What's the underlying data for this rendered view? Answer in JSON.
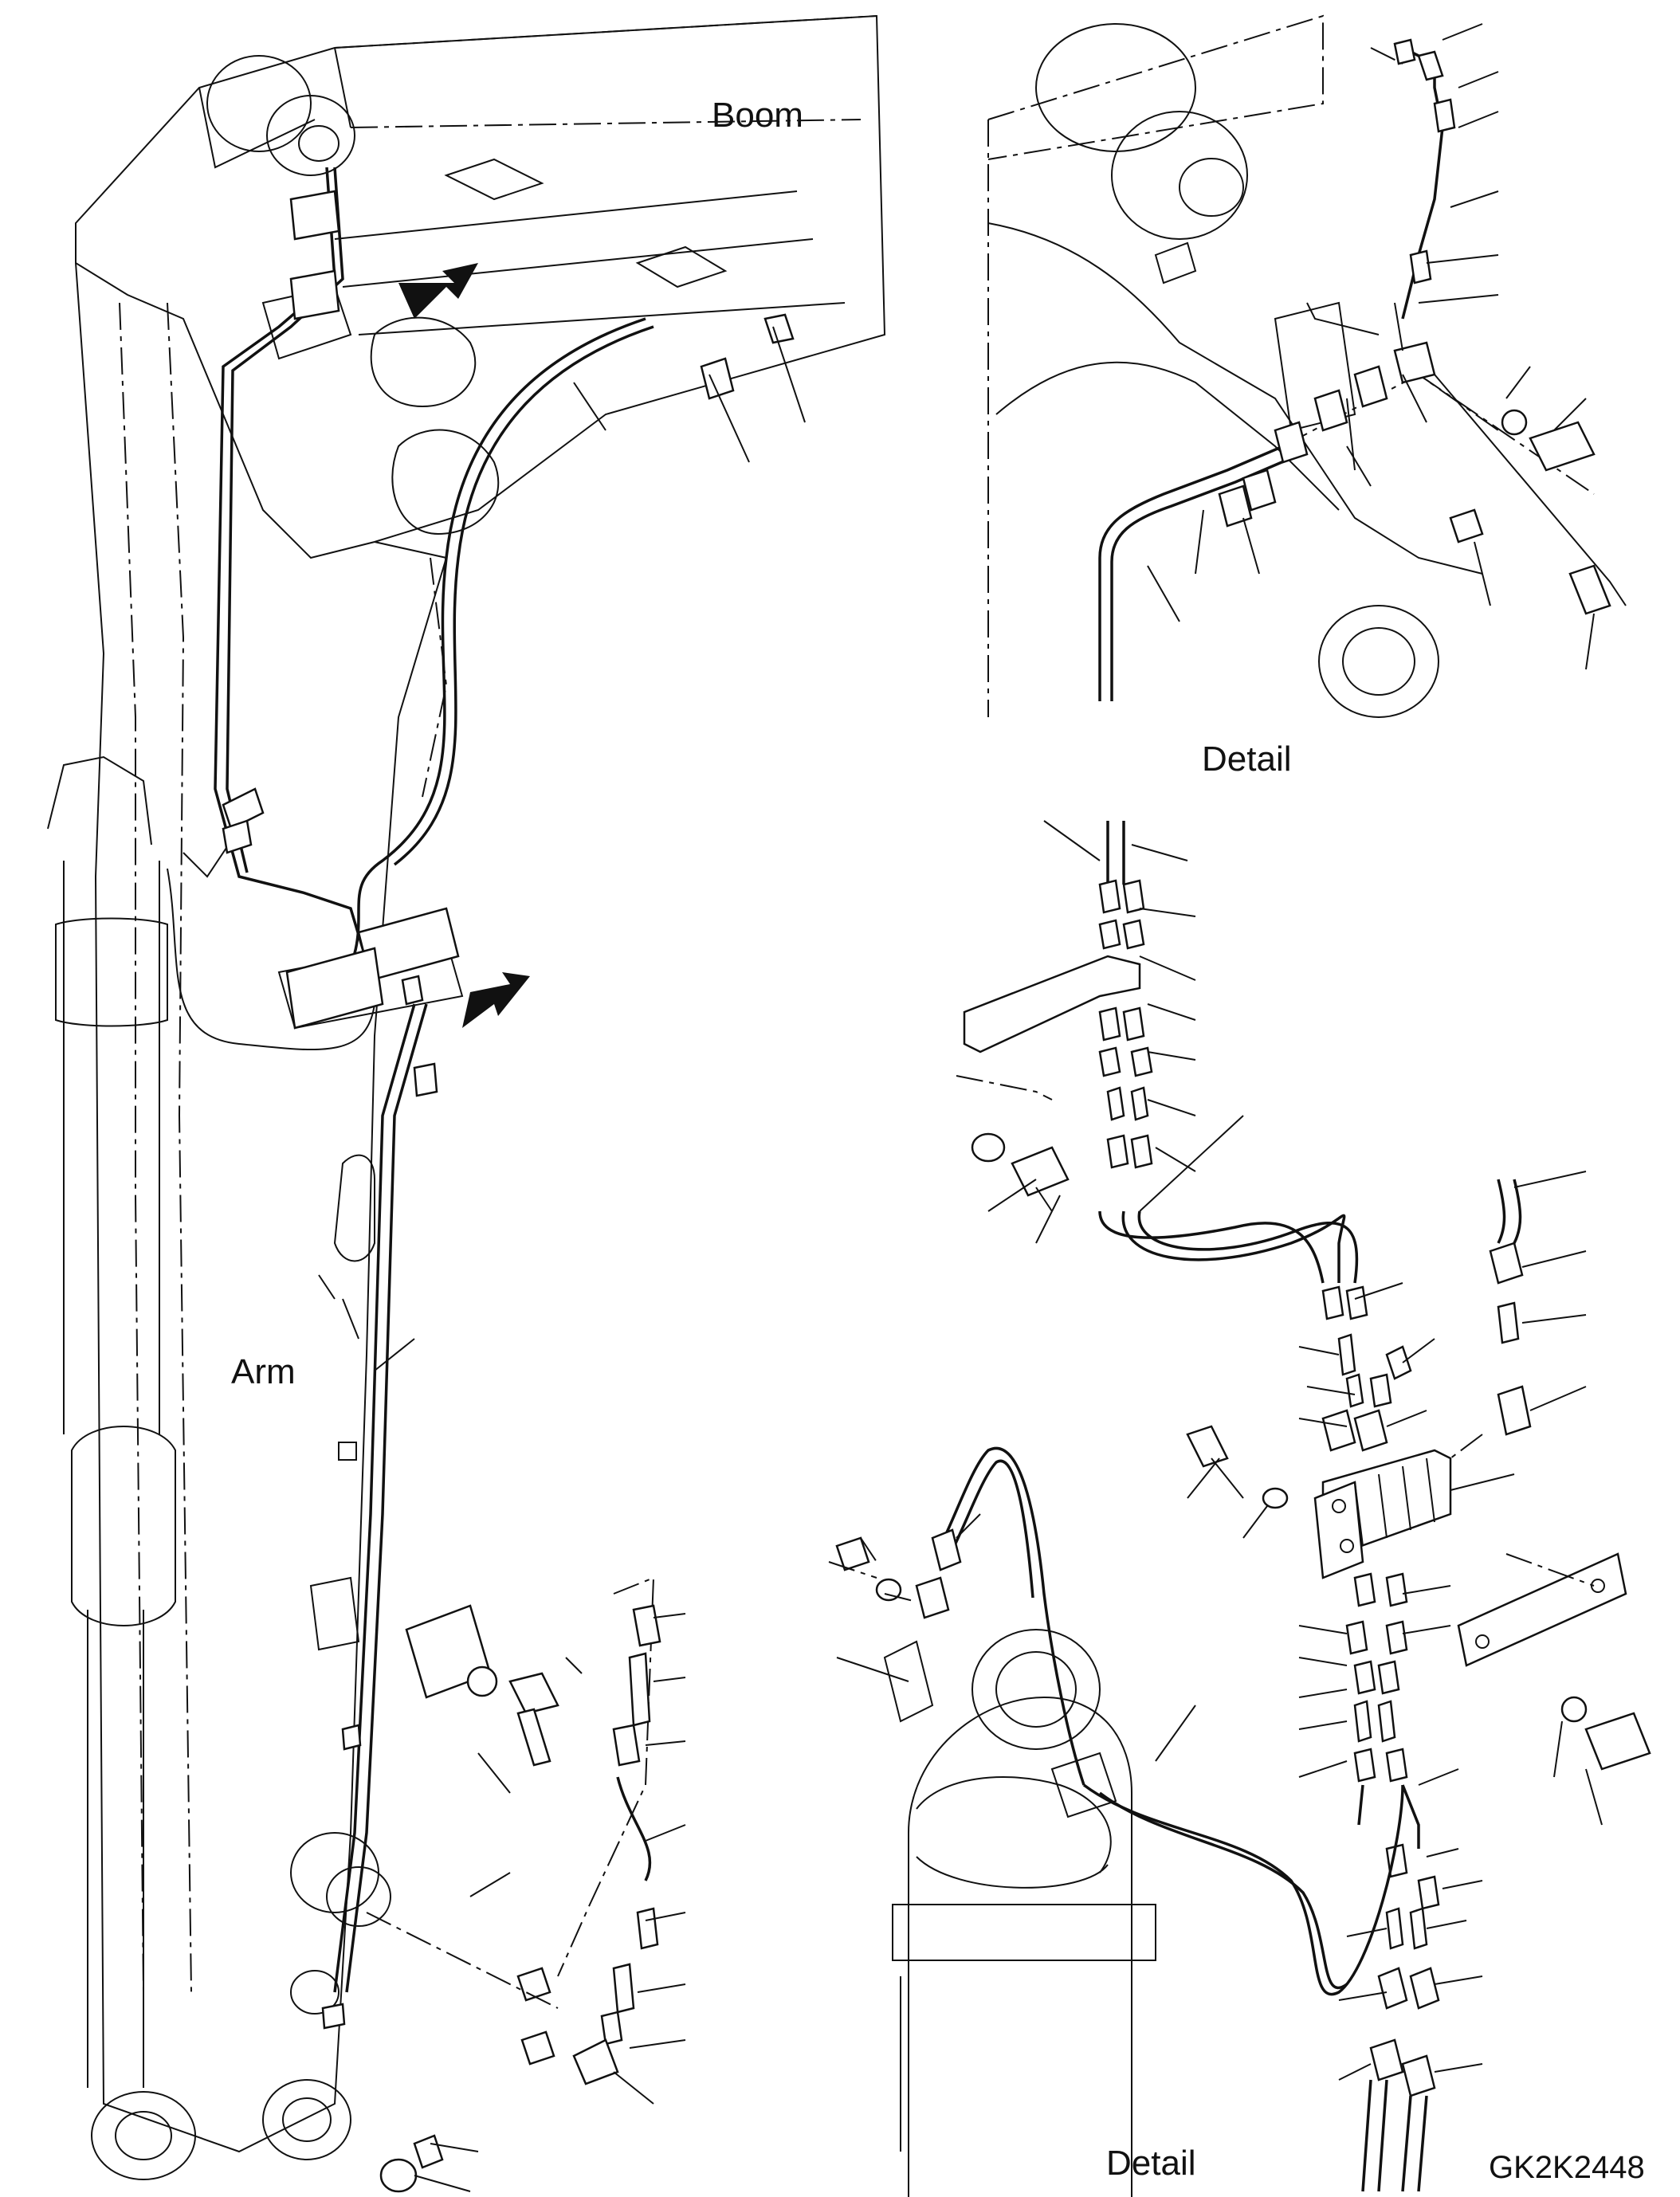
{
  "labels": {
    "boom": "Boom",
    "arm": "Arm",
    "detail_top": "Detail",
    "detail_bottom": "Detail",
    "drawing_code": "GK2K2448"
  },
  "icons": {
    "direction_arrow": "arrow-pointer-icon"
  }
}
